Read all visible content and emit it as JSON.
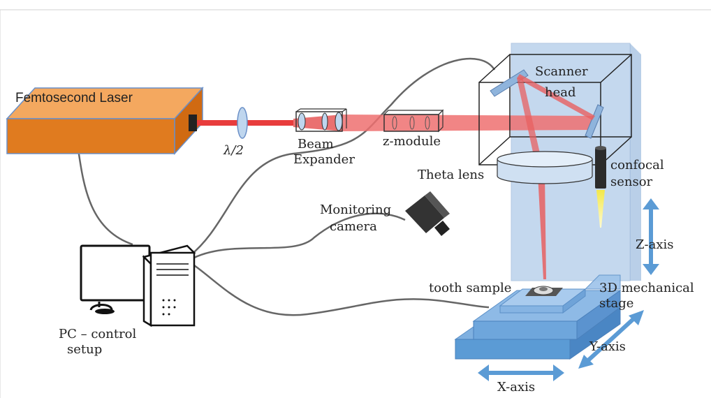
{
  "labels": {
    "laser": "Femtosecond Laser",
    "half_wave_plate": "λ/2",
    "beam_expander_1": "Beam",
    "beam_expander_2": "Expander",
    "z_module": "z-module",
    "scanner_head_1": "Scanner",
    "scanner_head_2": "head",
    "theta_lens": "Theta lens",
    "confocal_sensor_1": "confocal",
    "confocal_sensor_2": "sensor",
    "monitoring_camera_1": "Monitoring",
    "monitoring_camera_2": "camera",
    "z_axis": "Z-axis",
    "tooth_sample": "tooth sample",
    "stage_1": "3D mechanical",
    "stage_2": "stage",
    "y_axis": "Y-axis",
    "x_axis": "X-axis",
    "pc_1": "PC – control",
    "pc_2": "setup"
  },
  "colors": {
    "laser_box": "#e07b1f",
    "laser_top": "#f5a55a",
    "beam": "#e83c3c",
    "stage_blue": "#5b9bd5",
    "tower_blue": "#9dbfe3",
    "arrow_blue": "#5b9bd5",
    "cable": "#666666"
  }
}
